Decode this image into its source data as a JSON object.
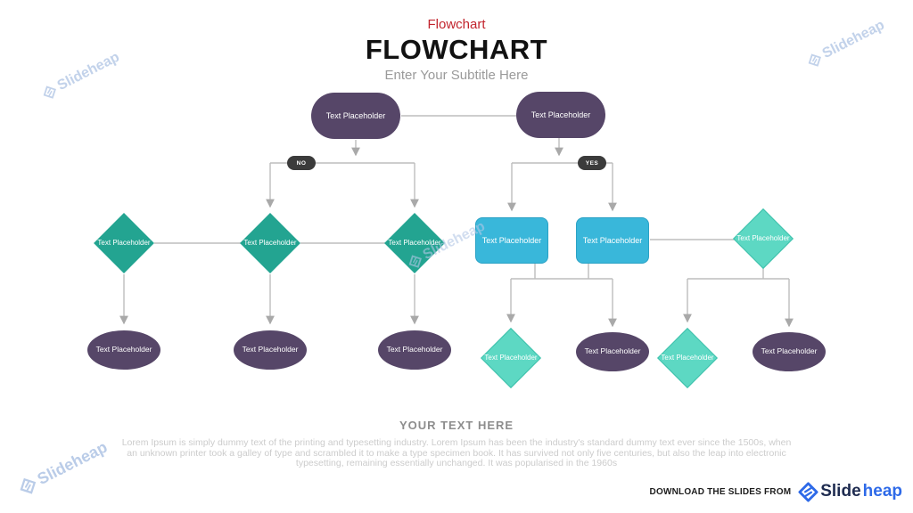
{
  "slide": {
    "eyebrow": "Flowchart",
    "title": "FLOWCHART",
    "subtitle": "Enter Your Subtitle Here"
  },
  "flowchart": {
    "node_label": "Text Placeholder",
    "no_label": "NO",
    "yes_label": "YES"
  },
  "body": {
    "heading": "YOUR TEXT HERE",
    "paragraph": "Lorem Ipsum is simply dummy text of the printing and typesetting industry. Lorem Ipsum has been the industry's standard dummy text ever since the 1500s, when an unknown printer took a galley of type and scrambled it to make a type specimen book. It has survived not only five centuries, but also the leap into electronic typesetting, remaining essentially unchanged. It was popularised in the 1960s"
  },
  "footer": {
    "download_text": "DOWNLOAD THE SLIDES FROM",
    "brand_slide": "Slide",
    "brand_heap": "heap"
  },
  "watermark": {
    "text": "Slideheap"
  },
  "colors": {
    "eyebrow_red": "#c2242d",
    "purple_node": "#564668",
    "green_diamond": "#23a491",
    "mint_diamond": "#5dd8c3",
    "blue_process": "#39b7da",
    "badge_dark": "#3b3b3b",
    "connector_gray": "#bdbdbd",
    "brand_blue": "#2e6ae8",
    "brand_navy": "#1e2b50",
    "watermark_blue": "#b3c7e6"
  }
}
